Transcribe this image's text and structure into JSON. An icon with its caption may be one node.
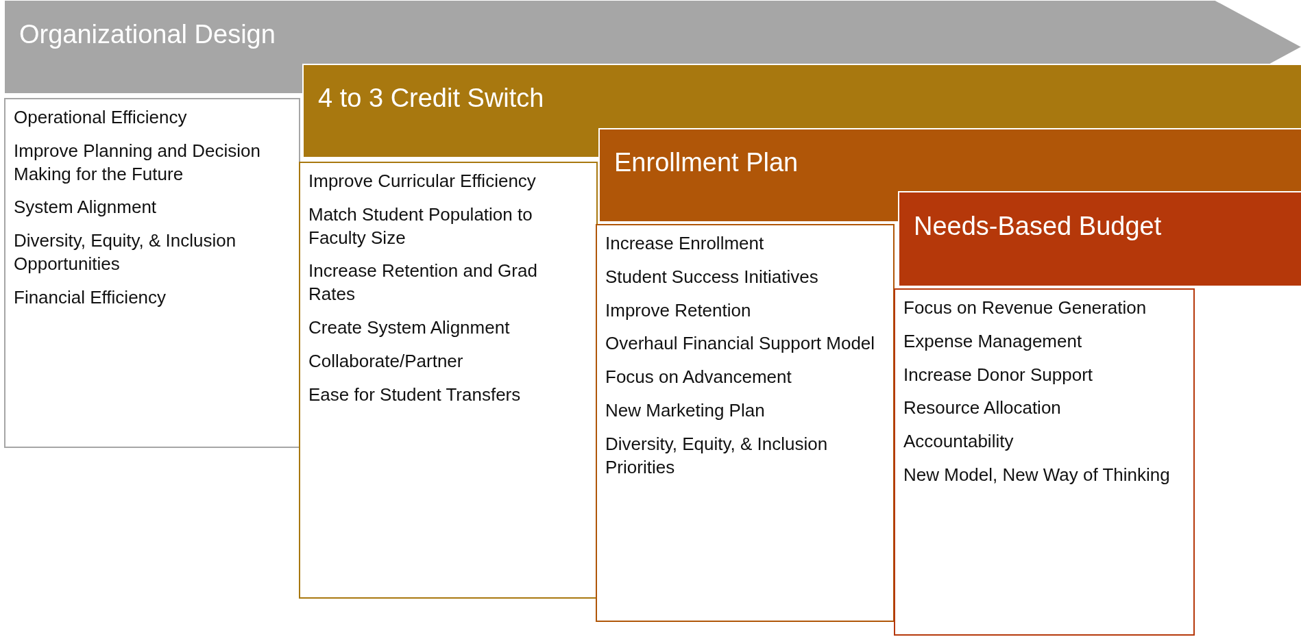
{
  "diagram": {
    "nodes": [
      {
        "text": [
          "Organizational Design"
        ]
      },
      {
        "text": [
          "Operational Efficiency",
          "Improve Planning and Decision Making for the Future",
          "System Alignment",
          "Diversity, Equity, & Inclusion Opportunities",
          "Financial Efficiency"
        ]
      },
      {
        "text": [
          "4 to 3 Credit Switch"
        ]
      },
      {
        "text": [
          "Improve Curricular Efficiency",
          "Match Student Population to Faculty Size",
          "Increase Retention and Grad Rates",
          "Create System Alignment",
          "Collaborate/Partner",
          "Ease for Student Transfers"
        ]
      },
      {
        "text": [
          "Enrollment Plan"
        ]
      },
      {
        "text": [
          "Increase Enrollment",
          "Student Success Initiatives",
          "Improve Retention",
          "Overhaul Financial Support Model",
          "Focus on Advancement",
          "New Marketing Plan",
          "Diversity, Equity, & Inclusion Priorities"
        ]
      },
      {
        "text": [
          "Needs-Based Budget"
        ]
      },
      {
        "text": [
          "Focus on Revenue Generation",
          "Expense Management",
          "Increase Donor Support",
          "Resource Allocation",
          "Accountability",
          "New Model, New Way of Thinking"
        ]
      }
    ]
  }
}
